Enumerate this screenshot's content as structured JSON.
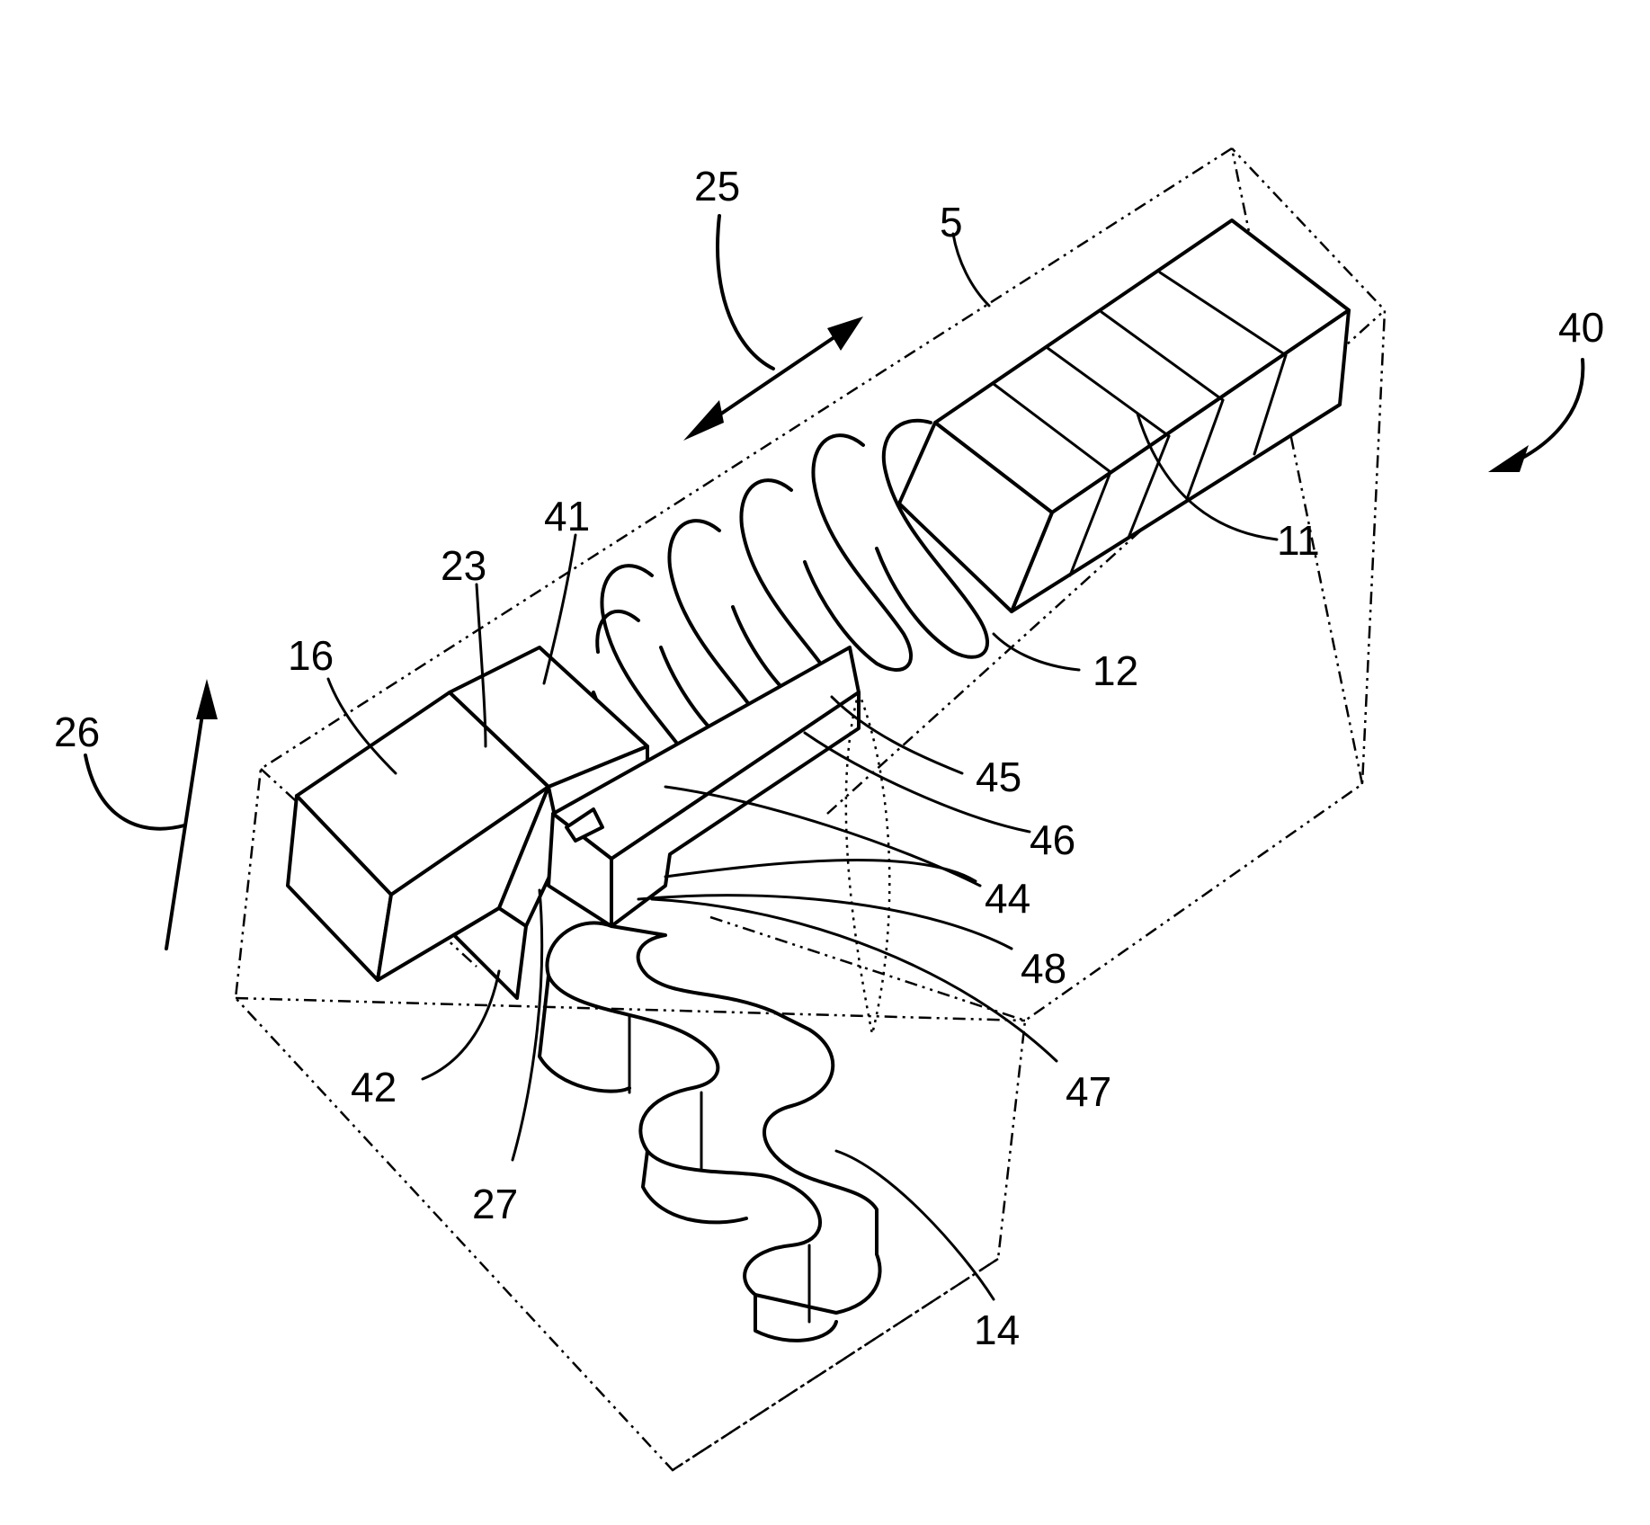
{
  "labels": {
    "ref_5": "5",
    "ref_11": "11",
    "ref_12": "12",
    "ref_14": "14",
    "ref_16": "16",
    "ref_23": "23",
    "ref_25": "25",
    "ref_26": "26",
    "ref_27": "27",
    "ref_40": "40",
    "ref_41": "41",
    "ref_42": "42",
    "ref_44": "44",
    "ref_45": "45",
    "ref_46": "46",
    "ref_47": "47",
    "ref_48": "48"
  }
}
